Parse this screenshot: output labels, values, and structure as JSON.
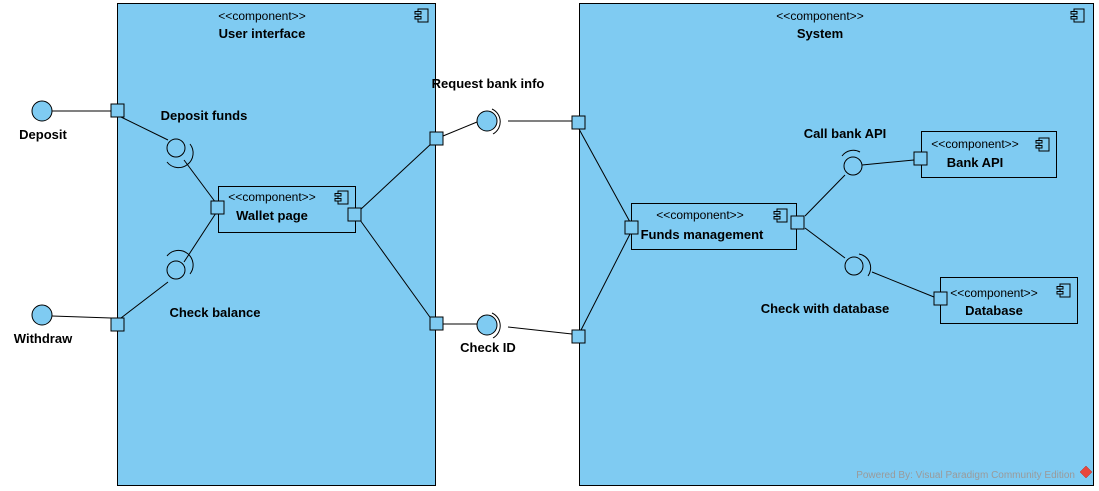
{
  "components": {
    "user_interface": {
      "stereotype": "<<component>>",
      "name": "User interface"
    },
    "system": {
      "stereotype": "<<component>>",
      "name": "System"
    },
    "wallet_page": {
      "stereotype": "<<component>>",
      "name": "Wallet page"
    },
    "funds_management": {
      "stereotype": "<<component>>",
      "name": "Funds management"
    },
    "bank_api": {
      "stereotype": "<<component>>",
      "name": "Bank API"
    },
    "database": {
      "stereotype": "<<component>>",
      "name": "Database"
    }
  },
  "interfaces": {
    "deposit": "Deposit",
    "withdraw": "Withdraw",
    "deposit_funds": "Deposit funds",
    "check_balance": "Check balance",
    "request_bank_info": "Request bank info",
    "check_id": "Check ID",
    "call_bank_api": "Call bank API",
    "check_with_database": "Check with database"
  },
  "watermark": "Powered By: Visual Paradigm Community Edition",
  "colors": {
    "fill": "#7fcbf2",
    "stroke": "#000000",
    "watermark_logo": "#e8463c"
  }
}
